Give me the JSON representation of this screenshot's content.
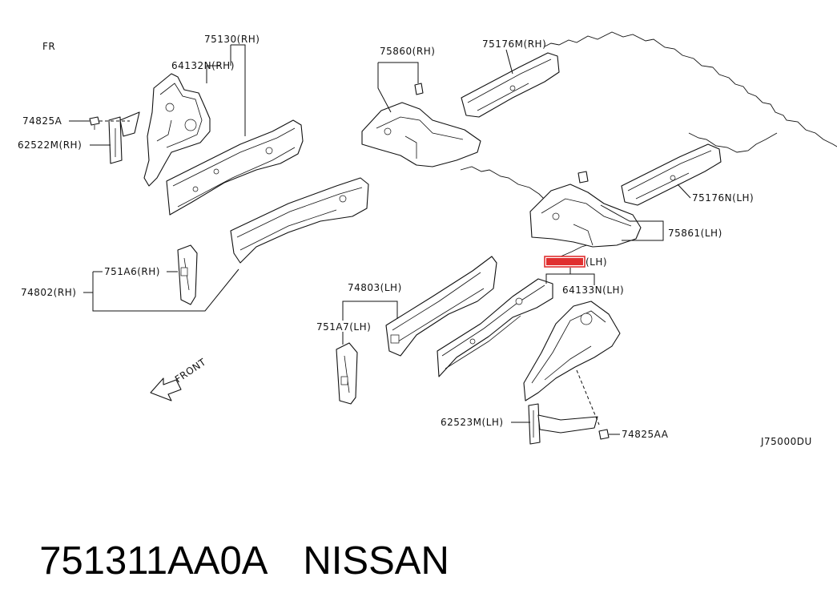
{
  "diagram": {
    "orientation_label": "FR",
    "front_label": "FRONT",
    "diagram_code": "J75000DU",
    "highlight_color": "#e03030",
    "labels": {
      "p75130": "75130(RH)",
      "p64132n": "64132N(RH)",
      "p74825a": "74825A",
      "p62522m": "62522M(RH)",
      "p75860": "75860(RH)",
      "p75176m": "75176M(RH)",
      "p75176n": "75176N(LH)",
      "p75861": "75861(LH)",
      "p75131_suffix": "(LH)",
      "p64133n": "64133N(LH)",
      "p751a6": "751A6(RH)",
      "p74802": "74802(RH)",
      "p74803": "74803(LH)",
      "p751a7": "751A7(LH)",
      "p62523m": "62523M(LH)",
      "p74825aa": "74825AA"
    }
  },
  "caption": {
    "part_number": "751311AA0A",
    "brand": "NISSAN"
  }
}
